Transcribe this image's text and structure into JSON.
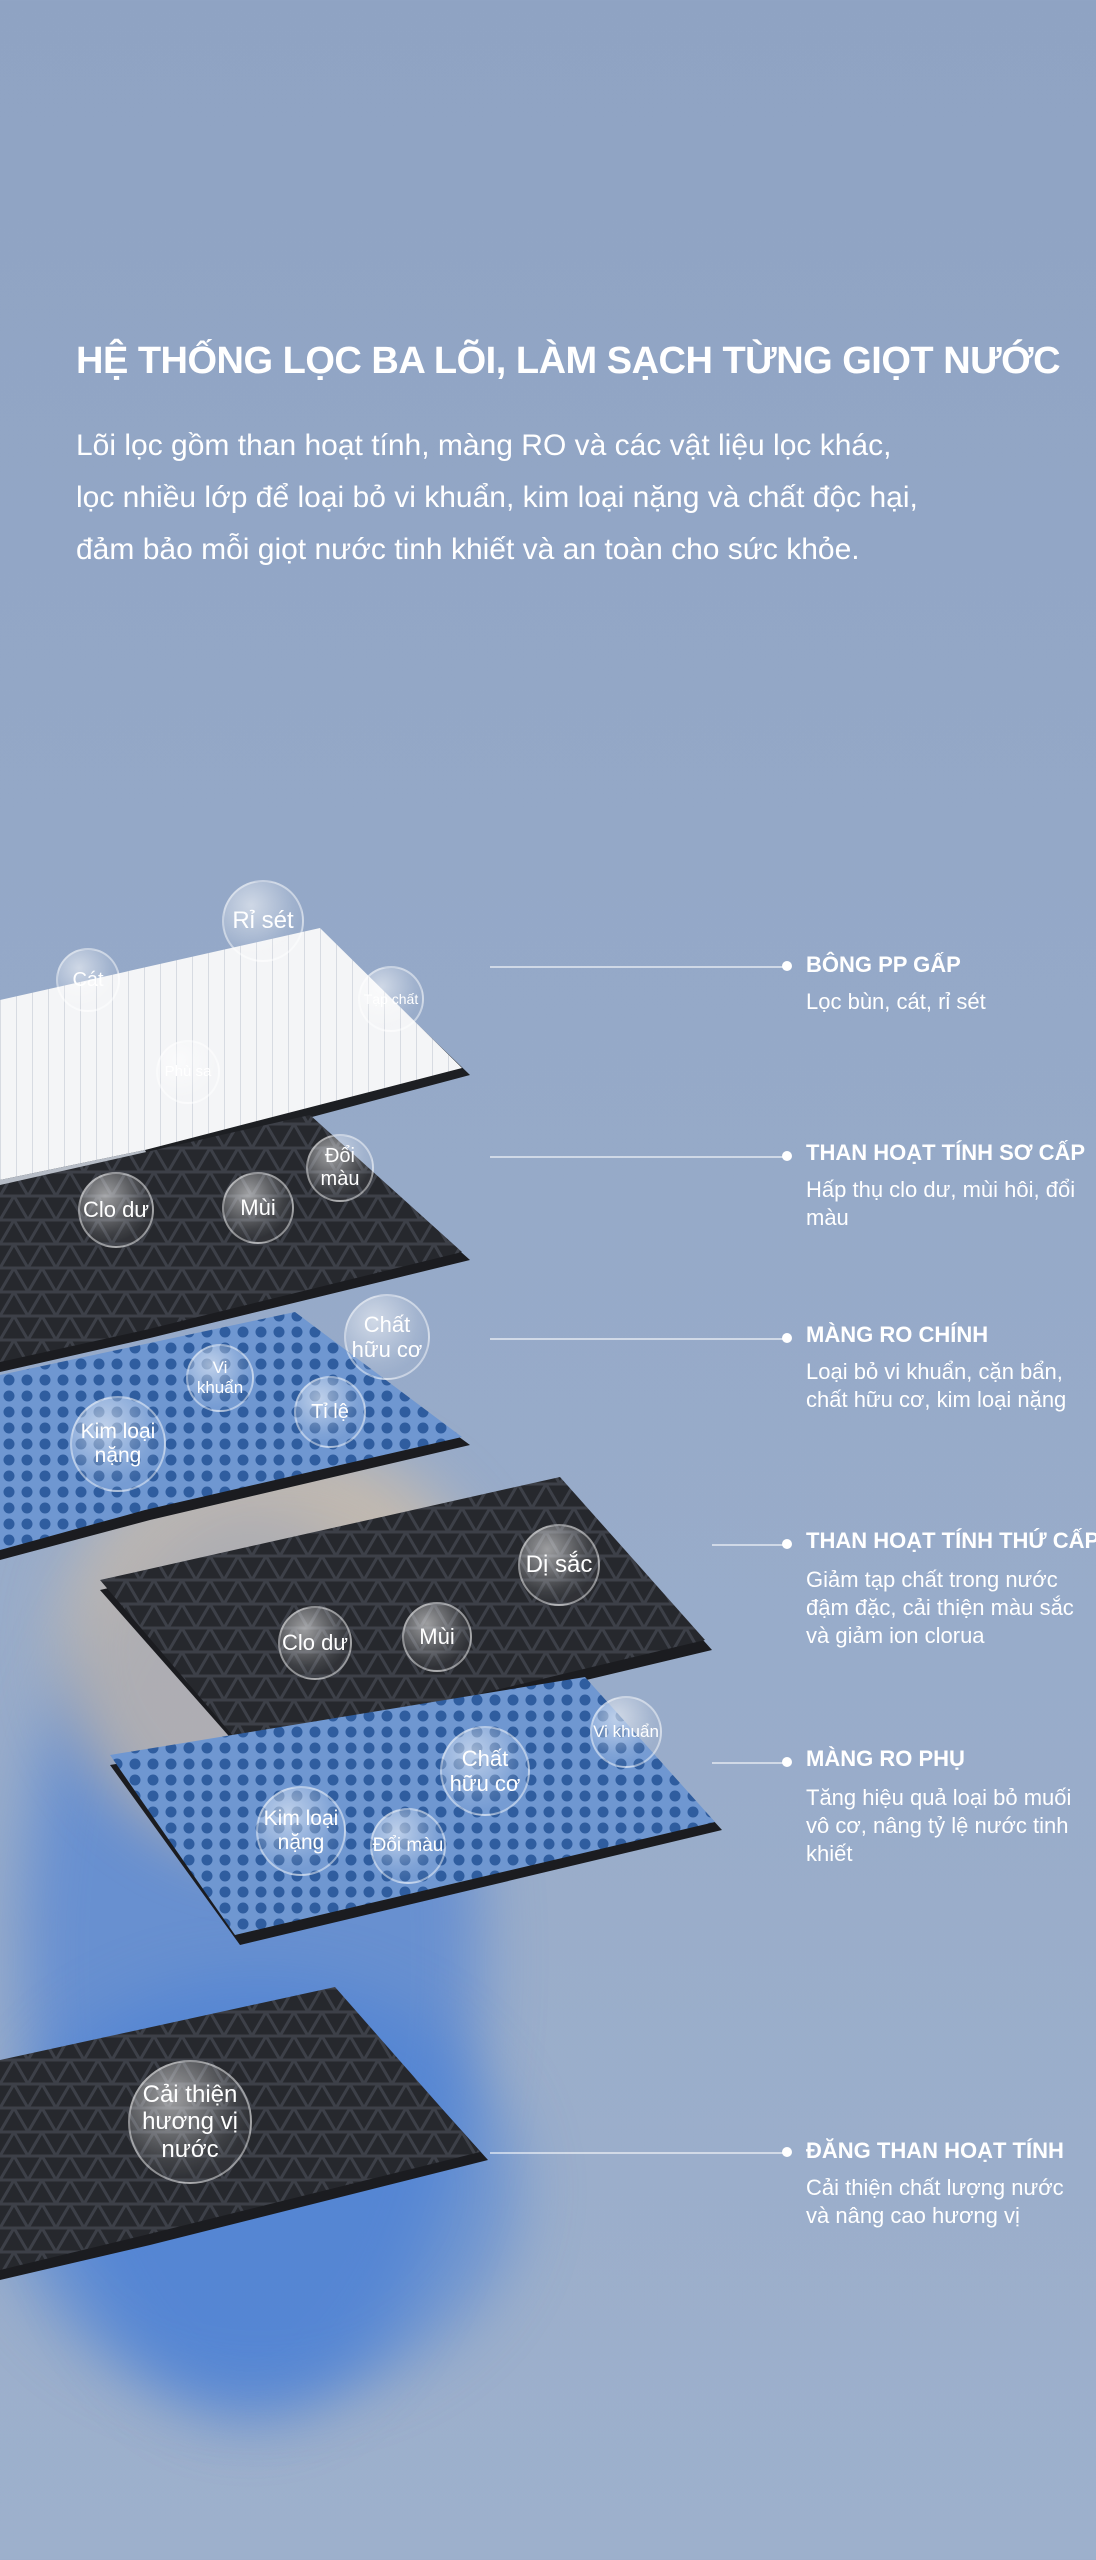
{
  "heading": "HỆ THỐNG LỌC BA LÕI, LÀM SẠCH TỪNG GIỌT NƯỚC",
  "description_lines": [
    "Lõi lọc gồm than hoạt tính, màng RO và các vật liệu lọc khác,",
    "lọc nhiều lớp để loại bỏ vi khuẩn, kim loại nặng và chất độc hại,",
    "đảm bảo mỗi giọt nước tinh khiết và an toàn cho sức khỏe."
  ],
  "bubbles": {
    "pp": [
      "Rỉ sét",
      "Cát",
      "Tạp chất",
      "Phù sa"
    ],
    "carbon1": [
      "Clo dư",
      "Mùi",
      "Đổi màu"
    ],
    "ro1": [
      "Chất hữu cơ",
      "Vi khuẩn",
      "Kim loại nặng",
      "Tỉ lệ"
    ],
    "carbon2": [
      "Dị sắc",
      "Clo dư",
      "Mùi"
    ],
    "ro2": [
      "Vi khuẩn",
      "Chất hữu cơ",
      "Kim loại nặng",
      "Đổi màu"
    ],
    "final": [
      "Cải thiện hương vị nước"
    ]
  },
  "labels": [
    {
      "title": "BÔNG PP GẤP",
      "desc": "Lọc bùn, cát, rỉ sét"
    },
    {
      "title": "THAN HOẠT TÍNH SƠ CẤP",
      "desc": "Hấp thụ clo dư, mùi hôi, đổi màu"
    },
    {
      "title": "MÀNG RO CHÍNH",
      "desc": "Loại bỏ vi khuẩn, cặn bẩn, chất hữu cơ, kim loại nặng"
    },
    {
      "title": "THAN HOẠT TÍNH THỨ CẤP",
      "desc": "Giảm tạp chất trong nước đậm đặc, cải thiện màu sắc và giảm ion clorua"
    },
    {
      "title": "MÀNG RO PHỤ",
      "desc": "Tăng hiệu quả loại bỏ muối vô cơ, nâng tỷ lệ nước tinh khiết"
    },
    {
      "title": "ĐĂNG THAN HOẠT TÍNH",
      "desc": "Cải thiện chất lượng nước và nâng cao hương vị"
    }
  ],
  "colors": {
    "background": "#95a9c8",
    "carbon": "#2a2c31",
    "ro_mesh": "#4f79b8",
    "pp": "#f2f3f5",
    "glow_blue": "#3f79d6",
    "glow_warm": "#e8c79a"
  }
}
